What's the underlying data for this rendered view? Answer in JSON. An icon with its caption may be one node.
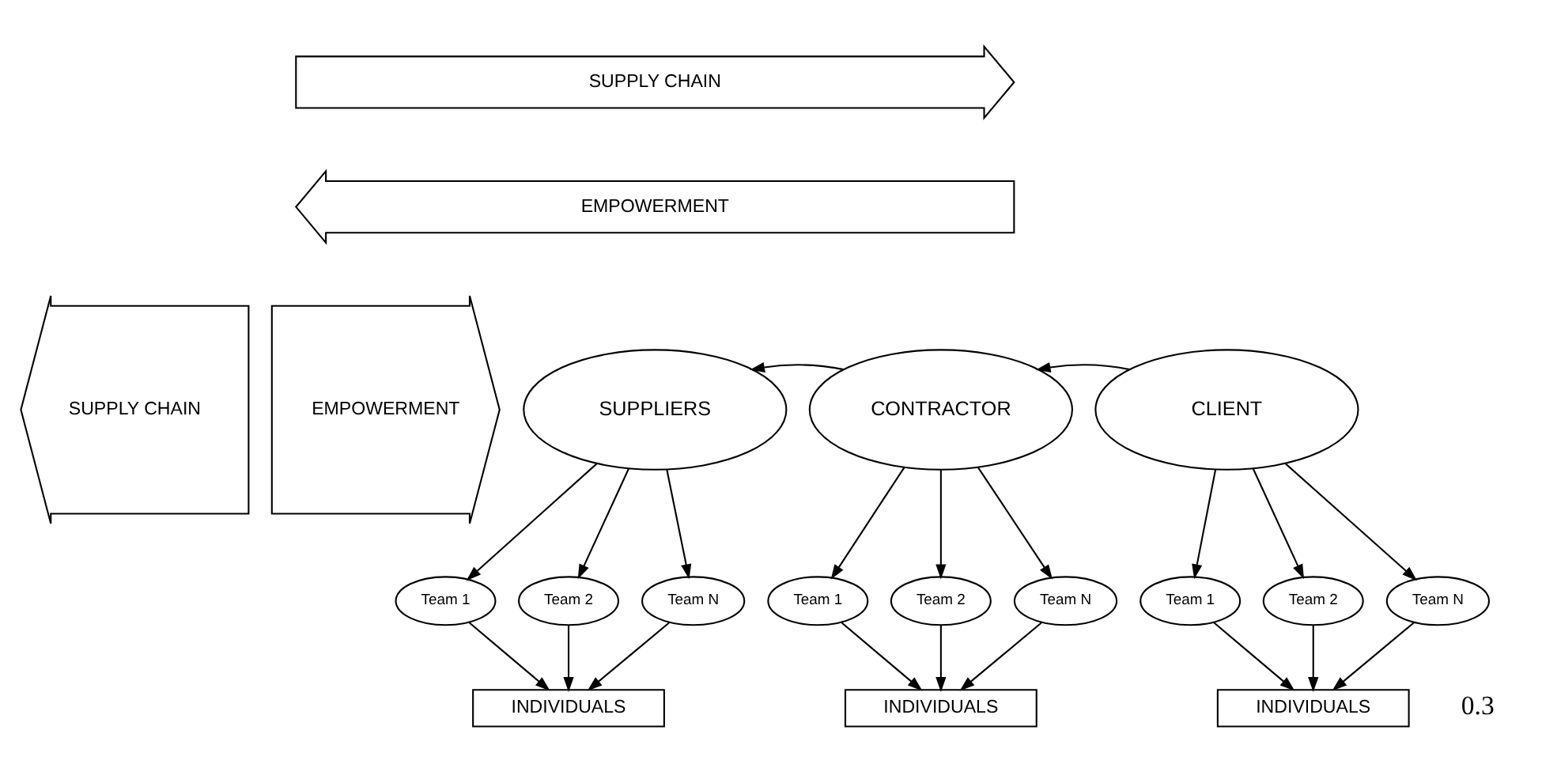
{
  "diagram": {
    "nodes": [
      {
        "text": [
          "SUPPLY CHAIN"
        ]
      },
      {
        "text": [
          "EMPOWERMENT"
        ]
      },
      {
        "text": [
          "SUPPLY CHAIN"
        ]
      },
      {
        "text": [
          "EMPOWERMENT"
        ]
      },
      {
        "text": [
          "SUPPLIERS"
        ]
      },
      {
        "text": [
          "CONTRACTOR"
        ]
      },
      {
        "text": [
          "CLIENT"
        ]
      },
      {
        "text": [
          "Team 1"
        ]
      },
      {
        "text": [
          "Team 2"
        ]
      },
      {
        "text": [
          "Team N"
        ]
      },
      {
        "text": [
          "INDIVIDUALS"
        ]
      },
      {
        "text": [
          "Team 1"
        ]
      },
      {
        "text": [
          "Team 2"
        ]
      },
      {
        "text": [
          "Team N"
        ]
      },
      {
        "text": [
          "INDIVIDUALS"
        ]
      },
      {
        "text": [
          "Team 1"
        ]
      },
      {
        "text": [
          "Team 2"
        ]
      },
      {
        "text": [
          "Team N"
        ]
      },
      {
        "text": [
          "INDIVIDUALS"
        ]
      }
    ],
    "edges": [
      {
        "from": 5,
        "to": 4,
        "arrow": "to"
      },
      {
        "from": 6,
        "to": 5,
        "arrow": "to"
      },
      {
        "from": 4,
        "to": 7,
        "arrow": "to"
      },
      {
        "from": 4,
        "to": 8,
        "arrow": "to"
      },
      {
        "from": 4,
        "to": 9,
        "arrow": "to"
      },
      {
        "from": 7,
        "to": 10,
        "arrow": "to"
      },
      {
        "from": 8,
        "to": 10,
        "arrow": "to"
      },
      {
        "from": 9,
        "to": 10,
        "arrow": "to"
      },
      {
        "from": 5,
        "to": 11,
        "arrow": "to"
      },
      {
        "from": 5,
        "to": 12,
        "arrow": "to"
      },
      {
        "from": 5,
        "to": 13,
        "arrow": "to"
      },
      {
        "from": 11,
        "to": 14,
        "arrow": "to"
      },
      {
        "from": 12,
        "to": 14,
        "arrow": "to"
      },
      {
        "from": 13,
        "to": 14,
        "arrow": "to"
      },
      {
        "from": 6,
        "to": 15,
        "arrow": "to"
      },
      {
        "from": 6,
        "to": 16,
        "arrow": "to"
      },
      {
        "from": 6,
        "to": 17,
        "arrow": "to"
      },
      {
        "from": 15,
        "to": 18,
        "arrow": "to"
      },
      {
        "from": 16,
        "to": 18,
        "arrow": "to"
      },
      {
        "from": 17,
        "to": 18,
        "arrow": "to"
      }
    ],
    "labels": [
      "0.3"
    ]
  }
}
